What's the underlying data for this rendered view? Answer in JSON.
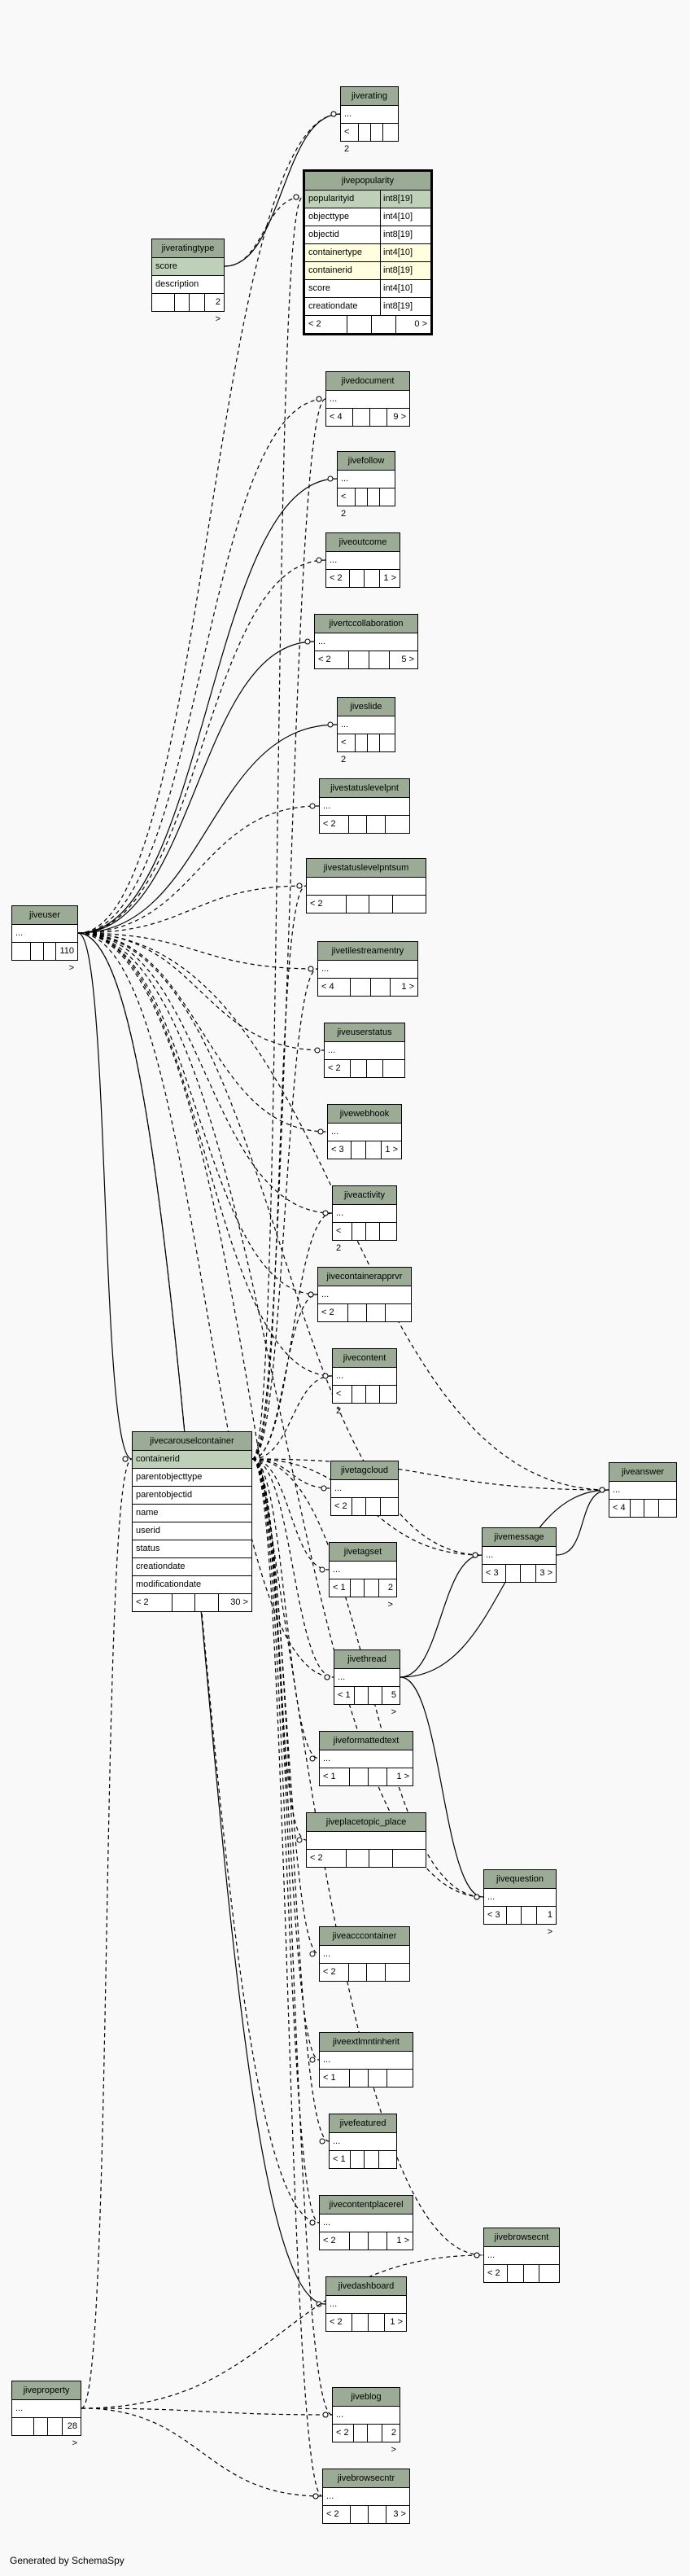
{
  "footer": "Generated by SchemaSpy",
  "tables": [
    {
      "id": "jiverating",
      "name": "jiverating",
      "rows": [
        "..."
      ],
      "foot": [
        "< 2",
        "",
        "",
        " "
      ]
    },
    {
      "id": "jivepopularity",
      "name": "jivepopularity",
      "focus": true,
      "columns": [
        {
          "name": "popularityid",
          "type": "int8[19]",
          "key": "pk"
        },
        {
          "name": "objecttype",
          "type": "int4[10]"
        },
        {
          "name": "objectid",
          "type": "int8[19]"
        },
        {
          "name": "containertype",
          "type": "int4[10]",
          "key": "fk"
        },
        {
          "name": "containerid",
          "type": "int8[19]",
          "key": "fk"
        },
        {
          "name": "score",
          "type": "int4[10]"
        },
        {
          "name": "creationdate",
          "type": "int8[19]"
        }
      ],
      "foot": [
        "< 2",
        "",
        "",
        "0 >"
      ]
    },
    {
      "id": "jiveratingtype",
      "name": "jiveratingtype",
      "columns": [
        {
          "name": "score",
          "key": "pk"
        },
        {
          "name": "description"
        }
      ],
      "foot": [
        "",
        "",
        "",
        "2 >"
      ]
    },
    {
      "id": "jivedocument",
      "name": "jivedocument",
      "rows": [
        "..."
      ],
      "foot": [
        "< 4",
        "",
        "",
        "9 >"
      ]
    },
    {
      "id": "jivefollow",
      "name": "jivefollow",
      "rows": [
        "..."
      ],
      "foot": [
        "< 2",
        "",
        "",
        " "
      ]
    },
    {
      "id": "jiveoutcome",
      "name": "jiveoutcome",
      "rows": [
        "..."
      ],
      "foot": [
        "< 2",
        "",
        "",
        "1 >"
      ]
    },
    {
      "id": "jivertccollaboration",
      "name": "jivertccollaboration",
      "rows": [
        "..."
      ],
      "foot": [
        "< 2",
        "",
        "",
        "5 >"
      ]
    },
    {
      "id": "jiveslide",
      "name": "jiveslide",
      "rows": [
        "..."
      ],
      "foot": [
        "< 2",
        "",
        "",
        " "
      ]
    },
    {
      "id": "jivestatuslevelpnt",
      "name": "jivestatuslevelpnt",
      "rows": [
        "..."
      ],
      "foot": [
        "< 2",
        "",
        "",
        " "
      ]
    },
    {
      "id": "jivestatuslevelpntsum",
      "name": "jivestatuslevelpntsum",
      "rows": [
        ""
      ],
      "foot": [
        "< 2",
        "",
        "",
        " "
      ]
    },
    {
      "id": "jivetilestreamentry",
      "name": "jivetilestreamentry",
      "rows": [
        "..."
      ],
      "foot": [
        "< 4",
        "",
        "",
        "1 >"
      ]
    },
    {
      "id": "jiveuserstatus",
      "name": "jiveuserstatus",
      "rows": [
        "..."
      ],
      "foot": [
        "< 2",
        "",
        "",
        " "
      ]
    },
    {
      "id": "jivewebhook",
      "name": "jivewebhook",
      "rows": [
        "..."
      ],
      "foot": [
        "< 3",
        "",
        "",
        "1 >"
      ]
    },
    {
      "id": "jiveactivity",
      "name": "jiveactivity",
      "rows": [
        "..."
      ],
      "foot": [
        "< 2",
        "",
        "",
        " "
      ]
    },
    {
      "id": "jivecontainerapprvr",
      "name": "jivecontainerapprvr",
      "rows": [
        "..."
      ],
      "foot": [
        "< 2",
        "",
        "",
        " "
      ]
    },
    {
      "id": "jivecontent",
      "name": "jivecontent",
      "rows": [
        "..."
      ],
      "foot": [
        "< 2",
        "",
        "",
        " "
      ]
    },
    {
      "id": "jiveuser",
      "name": "jiveuser",
      "rows": [
        "..."
      ],
      "foot": [
        "",
        "",
        "",
        "110 >"
      ]
    },
    {
      "id": "jivecarouselcontainer",
      "name": "jivecarouselcontainer",
      "columns": [
        {
          "name": "containerid",
          "key": "pk"
        },
        {
          "name": "parentobjecttype"
        },
        {
          "name": "parentobjectid"
        },
        {
          "name": "name"
        },
        {
          "name": "userid"
        },
        {
          "name": "status"
        },
        {
          "name": "creationdate"
        },
        {
          "name": "modificationdate"
        }
      ],
      "foot": [
        "< 2",
        "",
        "",
        "30 >"
      ]
    },
    {
      "id": "jivetagcloud",
      "name": "jivetagcloud",
      "rows": [
        "..."
      ],
      "foot": [
        "< 2",
        "",
        "",
        " "
      ]
    },
    {
      "id": "jivetagset",
      "name": "jivetagset",
      "rows": [
        "..."
      ],
      "foot": [
        "< 1",
        "",
        "",
        "2 >"
      ]
    },
    {
      "id": "jiveanswer",
      "name": "jiveanswer",
      "rows": [
        "..."
      ],
      "foot": [
        "< 4",
        "",
        "",
        " "
      ]
    },
    {
      "id": "jivemessage",
      "name": "jivemessage",
      "rows": [
        "..."
      ],
      "foot": [
        "< 3",
        "",
        "",
        "3 >"
      ]
    },
    {
      "id": "jivethread",
      "name": "jivethread",
      "rows": [
        "..."
      ],
      "foot": [
        "< 1",
        "",
        "",
        "5 >"
      ]
    },
    {
      "id": "jiveformattedtext",
      "name": "jiveformattedtext",
      "rows": [
        "..."
      ],
      "foot": [
        "< 1",
        "",
        "",
        "1 >"
      ]
    },
    {
      "id": "jiveplacetopic_place",
      "name": "jiveplacetopic_place",
      "rows": [
        ""
      ],
      "foot": [
        "< 2",
        "",
        "",
        " "
      ]
    },
    {
      "id": "jivequestion",
      "name": "jivequestion",
      "rows": [
        "..."
      ],
      "foot": [
        "< 3",
        "",
        "",
        "1 >"
      ]
    },
    {
      "id": "jiveacccontainer",
      "name": "jiveacccontainer",
      "rows": [
        "..."
      ],
      "foot": [
        "< 2",
        "",
        "",
        " "
      ]
    },
    {
      "id": "jiveextlmntinherit",
      "name": "jiveextlmntinherit",
      "rows": [
        "..."
      ],
      "foot": [
        "< 1",
        "",
        "",
        " "
      ]
    },
    {
      "id": "jivefeatured",
      "name": "jivefeatured",
      "rows": [
        "..."
      ],
      "foot": [
        "< 1",
        "",
        "",
        " "
      ]
    },
    {
      "id": "jivecontentplacerel",
      "name": "jivecontentplacerel",
      "rows": [
        "..."
      ],
      "foot": [
        "< 2",
        "",
        "",
        "1 >"
      ]
    },
    {
      "id": "jivebrowsecnt",
      "name": "jivebrowsecnt",
      "rows": [
        "..."
      ],
      "foot": [
        "< 2",
        "",
        "",
        " "
      ]
    },
    {
      "id": "jivedashboard",
      "name": "jivedashboard",
      "rows": [
        "..."
      ],
      "foot": [
        "< 2",
        "",
        "",
        "1 >"
      ]
    },
    {
      "id": "jiveproperty",
      "name": "jiveproperty",
      "rows": [
        "..."
      ],
      "foot": [
        "",
        "",
        "",
        "28 >"
      ]
    },
    {
      "id": "jiveblog",
      "name": "jiveblog",
      "rows": [
        "..."
      ],
      "foot": [
        "< 2",
        "",
        "",
        "2 >"
      ]
    },
    {
      "id": "jivebrowsecntr",
      "name": "jivebrowsecntr",
      "rows": [
        "..."
      ],
      "foot": [
        "< 2",
        "",
        "",
        "3 >"
      ]
    }
  ],
  "relationships": [
    {
      "from": "jiveuser",
      "to": "jiverating",
      "solid": false
    },
    {
      "from": "jiveratingtype",
      "to": "jiverating",
      "solid": true
    },
    {
      "from": "jiveratingtype",
      "to": "jivepopularity",
      "solid": false
    },
    {
      "from": "jiveuser",
      "to": "jivedocument",
      "solid": false
    },
    {
      "from": "jiveuser",
      "to": "jivefollow",
      "solid": true
    },
    {
      "from": "jiveuser",
      "to": "jiveoutcome",
      "solid": false
    },
    {
      "from": "jiveuser",
      "to": "jivertccollaboration",
      "solid": true
    },
    {
      "from": "jiveuser",
      "to": "jiveslide",
      "solid": true
    },
    {
      "from": "jiveuser",
      "to": "jivestatuslevelpnt",
      "solid": false
    },
    {
      "from": "jiveuser",
      "to": "jivestatuslevelpntsum",
      "solid": false
    },
    {
      "from": "jiveuser",
      "to": "jivetilestreamentry",
      "solid": false
    },
    {
      "from": "jiveuser",
      "to": "jiveuserstatus",
      "solid": false
    },
    {
      "from": "jiveuser",
      "to": "jivewebhook",
      "solid": false
    },
    {
      "from": "jiveuser",
      "to": "jiveactivity",
      "solid": false
    },
    {
      "from": "jiveuser",
      "to": "jivecontainerapprvr",
      "solid": false
    },
    {
      "from": "jiveuser",
      "to": "jivecontent",
      "solid": false
    },
    {
      "from": "jiveuser",
      "to": "jiveanswer",
      "solid": false
    },
    {
      "from": "jiveuser",
      "to": "jivemessage",
      "solid": false
    },
    {
      "from": "jiveuser",
      "to": "jivethread",
      "solid": false
    },
    {
      "from": "jiveuser",
      "to": "jivequestion",
      "solid": false
    },
    {
      "from": "jiveuser",
      "to": "jivecontentplacerel",
      "solid": false
    },
    {
      "from": "jiveuser",
      "to": "jivedashboard",
      "solid": true
    },
    {
      "from": "jiveuser",
      "to": "jivecarouselcontainer",
      "solid": true
    },
    {
      "from": "jiveuser",
      "to": "jivebrowsecnt",
      "solid": false
    },
    {
      "from": "jivecarouselcontainer",
      "to": "jivetagcloud",
      "solid": false
    },
    {
      "from": "jivecarouselcontainer",
      "to": "jivetagset",
      "solid": false
    },
    {
      "from": "jivecarouselcontainer",
      "to": "jiveanswer",
      "solid": false
    },
    {
      "from": "jivecarouselcontainer",
      "to": "jivemessage",
      "solid": false
    },
    {
      "from": "jivecarouselcontainer",
      "to": "jivethread",
      "solid": false
    },
    {
      "from": "jivecarouselcontainer",
      "to": "jiveformattedtext",
      "solid": false
    },
    {
      "from": "jivecarouselcontainer",
      "to": "jiveplacetopic_place",
      "solid": false
    },
    {
      "from": "jivecarouselcontainer",
      "to": "jivequestion",
      "solid": false
    },
    {
      "from": "jivecarouselcontainer",
      "to": "jiveacccontainer",
      "solid": false
    },
    {
      "from": "jivecarouselcontainer",
      "to": "jiveextlmntinherit",
      "solid": false
    },
    {
      "from": "jivecarouselcontainer",
      "to": "jivefeatured",
      "solid": false
    },
    {
      "from": "jivecarouselcontainer",
      "to": "jivecontentplacerel",
      "solid": false
    },
    {
      "from": "jivecarouselcontainer",
      "to": "jiveblog",
      "solid": false
    },
    {
      "from": "jivecarouselcontainer",
      "to": "jivebrowsecntr",
      "solid": false
    },
    {
      "from": "jivecarouselcontainer",
      "to": "jivedocument",
      "solid": false
    },
    {
      "from": "jivecarouselcontainer",
      "to": "jivepopularity",
      "solid": false
    },
    {
      "from": "jivecarouselcontainer",
      "to": "jivecontent",
      "solid": false
    },
    {
      "from": "jivecarouselcontainer",
      "to": "jivecontainerapprvr",
      "solid": false
    },
    {
      "from": "jivecarouselcontainer",
      "to": "jiveactivity",
      "solid": false
    },
    {
      "from": "jivecarouselcontainer",
      "to": "jivetilestreamentry",
      "solid": false
    },
    {
      "from": "jivecarouselcontainer",
      "to": "jivestatuslevelpntsum",
      "solid": false
    },
    {
      "from": "jivethread",
      "to": "jivemessage",
      "solid": true
    },
    {
      "from": "jivethread",
      "to": "jiveanswer",
      "solid": true
    },
    {
      "from": "jivethread",
      "to": "jivequestion",
      "solid": true
    },
    {
      "from": "jivemessage",
      "to": "jiveanswer",
      "solid": true
    },
    {
      "from": "jiveproperty",
      "to": "jivecarouselcontainer",
      "solid": false
    },
    {
      "from": "jiveproperty",
      "to": "jiveblog",
      "solid": false
    },
    {
      "from": "jiveproperty",
      "to": "jivebrowsecntr",
      "solid": false
    },
    {
      "from": "jiveproperty",
      "to": "jivebrowsecnt",
      "solid": false
    }
  ]
}
